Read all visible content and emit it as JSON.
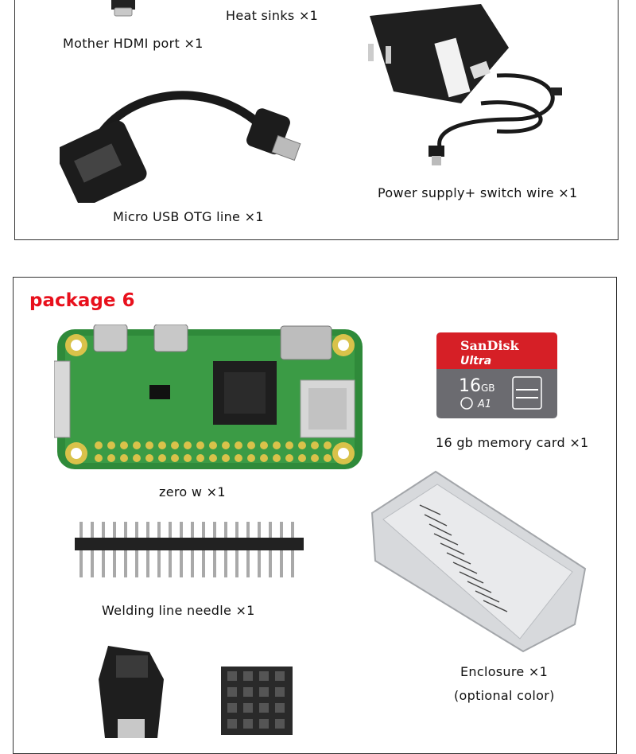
{
  "package5": {
    "items": {
      "hdmi_mother": "Mother HDMI port ×1",
      "heat_sinks": "Heat sinks ×1",
      "otg": "Micro USB OTG line ×1",
      "power": "Power supply+ switch wire ×1"
    }
  },
  "package6": {
    "title": "package 6",
    "items": {
      "zero_w": "zero w  ×1",
      "memory_card": "16 gb memory card ×1",
      "header": "Welding line needle ×1",
      "enclosure": "Enclosure ×1",
      "enclosure_note": "(optional color)"
    },
    "sd_card": {
      "brand": "SanDisk",
      "line": "Ultra",
      "capacity": "16",
      "unit": "GB",
      "class": "A1"
    }
  },
  "colors": {
    "title_red": "#e8101c",
    "pcb_green": "#2f8a3a",
    "sd_red": "#d61f26",
    "sd_gray": "#6b6b70"
  }
}
